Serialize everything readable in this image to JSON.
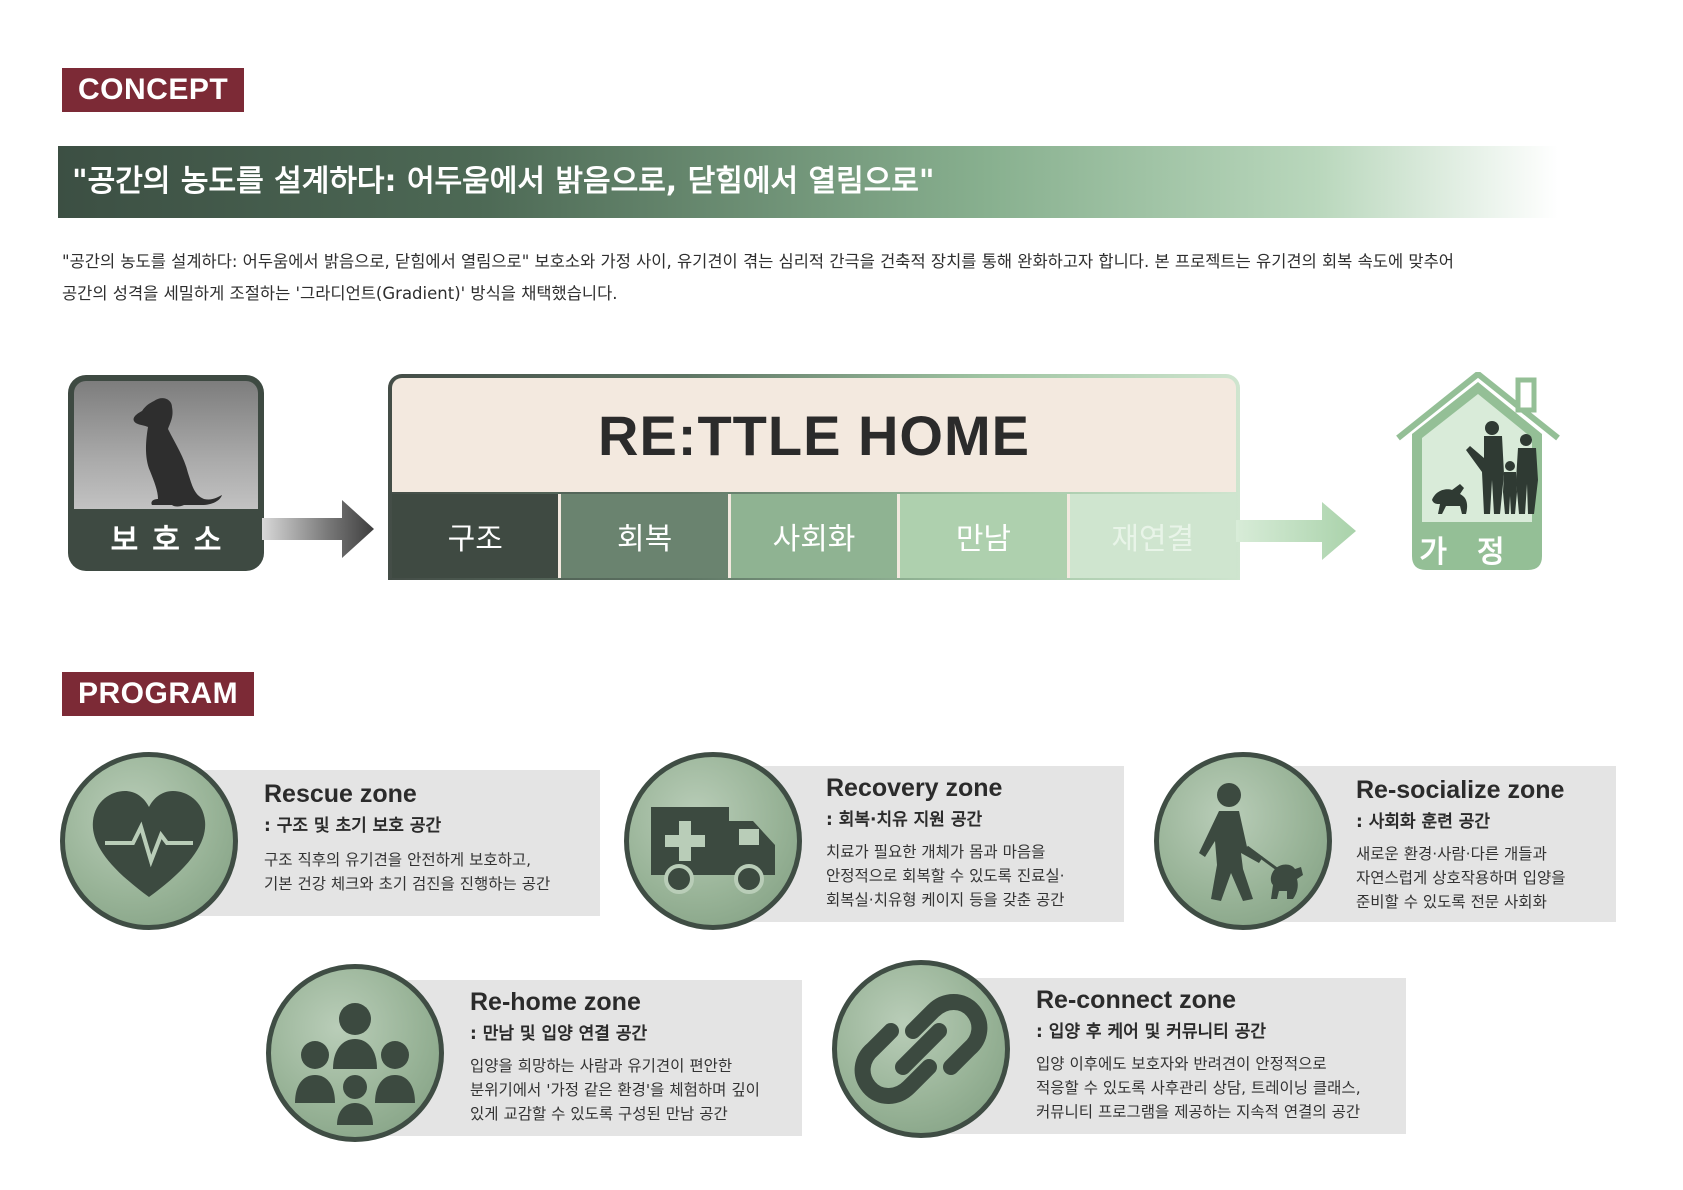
{
  "concept": {
    "tag": "CONCEPT",
    "banner": "\"공간의 농도를 설계하다: 어두움에서 밝음으로, 닫힘에서 열림으로\"",
    "intro_line1": "\"공간의 농도를 설계하다: 어두움에서 밝음으로, 닫힘에서 열림으로\" 보호소와 가정 사이, 유기견이 겪는 심리적 간극을 건축적 장치를 통해 완화하고자 합니다. 본 프로젝트는 유기견의 회복 속도에 맞추어",
    "intro_line2": "공간의 성격을 세밀하게 조절하는 '그라디언트(Gradient)' 방식을 채택했습니다."
  },
  "diagram": {
    "start_label": "보호소",
    "title": "RE:TTLE HOME",
    "stages": [
      {
        "label": "구조",
        "color": "#3f4a42"
      },
      {
        "label": "회복",
        "color": "#6a836f"
      },
      {
        "label": "사회화",
        "color": "#8fb392"
      },
      {
        "label": "만남",
        "color": "#aed0ae"
      },
      {
        "label": "재연결",
        "color": "#cfe5cf"
      }
    ],
    "end_label": "가정",
    "colors": {
      "dark": "#3e4a42",
      "green": "#9cc39f",
      "arrow_green": "#b8d9b8"
    }
  },
  "program": {
    "tag": "PROGRAM",
    "zones": [
      {
        "title": "Rescue zone",
        "subtitle": ": 구조 및 초기 보호 공간",
        "icon": "heart-pulse-icon",
        "desc": [
          "구조 직후의 유기견을 안전하게 보호하고,",
          "기본 건강 체크와 초기 검진을 진행하는 공간"
        ]
      },
      {
        "title": "Recovery zone",
        "subtitle": ": 회복·치유 지원 공간",
        "icon": "ambulance-icon",
        "desc": [
          "치료가 필요한 개체가 몸과 마음을",
          "안정적으로 회복할 수 있도록 진료실·",
          "회복실·치유형 케이지 등을 갖춘 공간"
        ]
      },
      {
        "title": "Re-socialize zone",
        "subtitle": ": 사회화 훈련 공간",
        "icon": "person-walking-dog-icon",
        "desc": [
          "새로운 환경·사람·다른 개들과",
          "자연스럽게 상호작용하며 입양을",
          "준비할 수 있도록 전문 사회화"
        ]
      },
      {
        "title": "Re-home zone",
        "subtitle": ": 만남 및 입양 연결 공간",
        "icon": "people-group-icon",
        "desc": [
          "입양을 희망하는 사람과 유기견이 편안한",
          "분위기에서 '가정 같은 환경'을 체험하며 깊이",
          "있게 교감할 수 있도록 구성된 만남 공간"
        ]
      },
      {
        "title": "Re-connect zone",
        "subtitle": ": 입양 후 케어 및 커뮤니티 공간",
        "icon": "chain-link-icon",
        "desc": [
          "입양 이후에도 보호자와 반려견이 안정적으로",
          "적응할 수 있도록 사후관리 상담, 트레이닝 클래스,",
          "커뮤니티 프로그램을 제공하는 지속적 연결의 공간"
        ]
      }
    ]
  }
}
